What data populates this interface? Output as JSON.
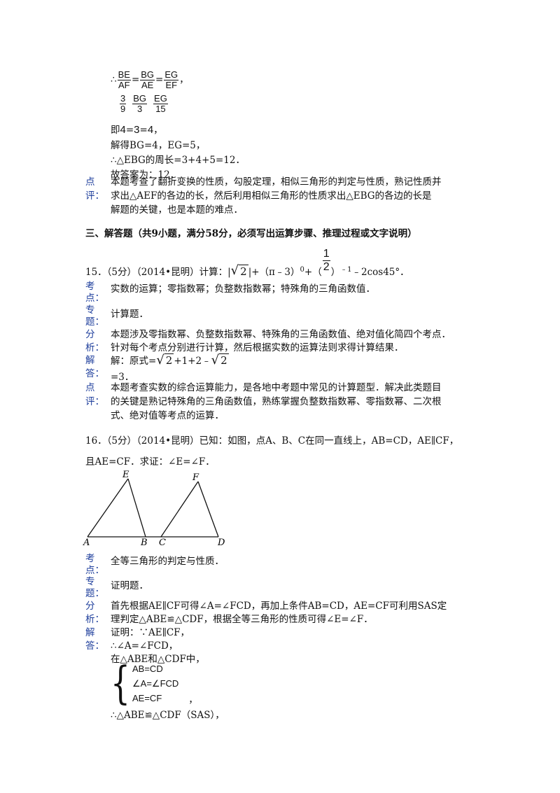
{
  "top": {
    "ratio1": {
      "a_num": "BE",
      "a_den": "AF",
      "b_num": "BG",
      "b_den": "AE",
      "c_num": "EG",
      "c_den": "EF"
    },
    "ratio2": {
      "a_num": "3",
      "a_den": "9",
      "b_num": "BG",
      "b_den": "3",
      "c_num": "EG",
      "c_den": "15"
    },
    "therefore": "∴",
    "eq": "=",
    "comma": "，",
    "ji": "即",
    "ratio3": {
      "a": "4",
      "b": "3",
      "c": "4"
    },
    "line_solve": "解得BG=4，EG=5，",
    "line_perimeter": "∴△EBG的周长=3+4+5=12．",
    "line_answer": "故答案为：12．",
    "comment_label1": "点",
    "comment_label2": "评：",
    "comment_lines": [
      "本题考查了翻折变换的性质，勾股定理，相似三角形的判定与性质，熟记性质并",
      "求出△AEF的各边的长，然后利用相似三角形的性质求出△EBG的各边的长是",
      "解题的关键，也是本题的难点．"
    ]
  },
  "section3": {
    "title": "三、解答题（共9小题，满分58分，必须写出运算步骤、推理过程或文字说明）"
  },
  "q15": {
    "prefix": "15．（5分）（2014•昆明）计算：",
    "abs_open": "|",
    "sqrt_sym": "√",
    "rad": "2",
    "abs_close": "|",
    "mid": "+（π﹣3）",
    "exp0": "0",
    "plus_paren": "+（",
    "half_num": "1",
    "half_den": "2",
    "close_paren": "）",
    "exp_neg1": "﹣1",
    "tail": "﹣2cos45°．",
    "kd_label": [
      "考",
      "点："
    ],
    "kd_text": "实数的运算；零指数幂；负整数指数幂；特殊角的三角函数值．",
    "zt_label": [
      "专",
      "题："
    ],
    "zt_text": "计算题．",
    "fx_label": [
      "分",
      "析："
    ],
    "fx_lines": [
      "本题涉及零指数幂、负整数指数幂、特殊角的三角函数值、绝对值化简四个考点．",
      "针对每个考点分别进行计算，然后根据实数的运算法则求得计算结果．"
    ],
    "jd_label": [
      "解",
      "答："
    ],
    "jd_line1_a": "解：原式=",
    "jd_line1_b": "+1+2﹣",
    "jd_line2": "=3．",
    "dp_label": [
      "点",
      "评："
    ],
    "dp_lines": [
      "本题考查实数的综合运算能力，是各地中考题中常见的计算题型．解决此类题目",
      "的关键是熟记特殊角的三角函数值，熟练掌握负整数指数幂、零指数幂、二次根",
      "式、绝对值等考点的运算．"
    ]
  },
  "q16": {
    "line1": "16．（5分）（2014•昆明）已知：如图，点A、B、C在同一直线上，AB=CD，AE∥CF，",
    "line2": "且AE=CF．求证：∠E=∠F．",
    "fig": {
      "A": "A",
      "B": "B",
      "C": "C",
      "D": "D",
      "E": "E",
      "F": "F"
    },
    "kd_label": [
      "考",
      "点："
    ],
    "kd_text": "全等三角形的判定与性质．",
    "zt_label": [
      "专",
      "题："
    ],
    "zt_text": "证明题．",
    "fx_label": [
      "分",
      "析："
    ],
    "fx_lines": [
      "首先根据AE∥CF可得∠A=∠FCD，再加上条件AB=CD，AE=CF可利用SAS定",
      "理判定△ABE≌△CDF，根据全等三角形的性质可得∠E=∠F．"
    ],
    "jd_label": [
      "解",
      "答："
    ],
    "jd_lines": [
      "证明：∵AE∥CF，",
      "∴∠A=∠FCD，",
      "在△ABE和△CDF中，"
    ],
    "system": [
      "AB=CD",
      "∠A=∠FCD",
      "AE=CF"
    ],
    "system_comma": "，",
    "conclusion": "∴△ABE≌△CDF（SAS），"
  }
}
